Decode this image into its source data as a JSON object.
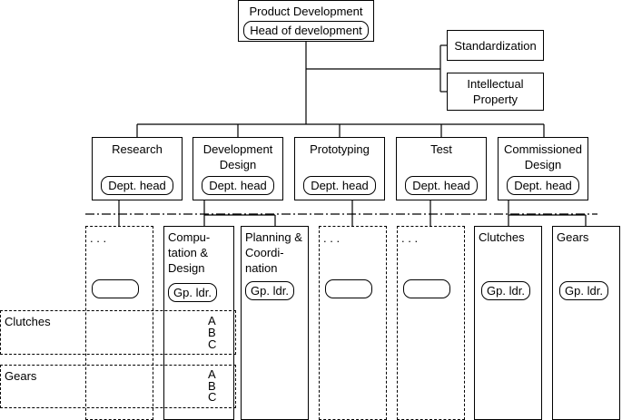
{
  "top": {
    "title": "Product Development",
    "head": "Head of development"
  },
  "staff": [
    {
      "label": "Standardization"
    },
    {
      "label": "Intellectual Property"
    }
  ],
  "departments": [
    {
      "name": "Research",
      "head": "Dept. head"
    },
    {
      "name": "Development Design",
      "head": "Dept. head"
    },
    {
      "name": "Prototyping",
      "head": "Dept. head"
    },
    {
      "name": "Test",
      "head": "Dept. head"
    },
    {
      "name": "Commissioned Design",
      "head": "Dept. head"
    }
  ],
  "groups": {
    "research": {
      "label": ". . .",
      "leader": ""
    },
    "computation": {
      "label": "Compu- tation & Design",
      "leader": "Gp. ldr."
    },
    "planning": {
      "label": "Planning & Coordi- nation",
      "leader": "Gp. ldr."
    },
    "prototyping": {
      "label": ". . .",
      "leader": ""
    },
    "test": {
      "label": ". . .",
      "leader": ""
    },
    "clutches": {
      "label": "Clutches",
      "leader": "Gp. ldr."
    },
    "gears": {
      "label": "Gears",
      "leader": "Gp. ldr."
    }
  },
  "projects": [
    {
      "name": "Clutches",
      "items": [
        "A",
        "B",
        "C"
      ]
    },
    {
      "name": "Gears",
      "items": [
        "A",
        "B",
        "C"
      ]
    }
  ]
}
